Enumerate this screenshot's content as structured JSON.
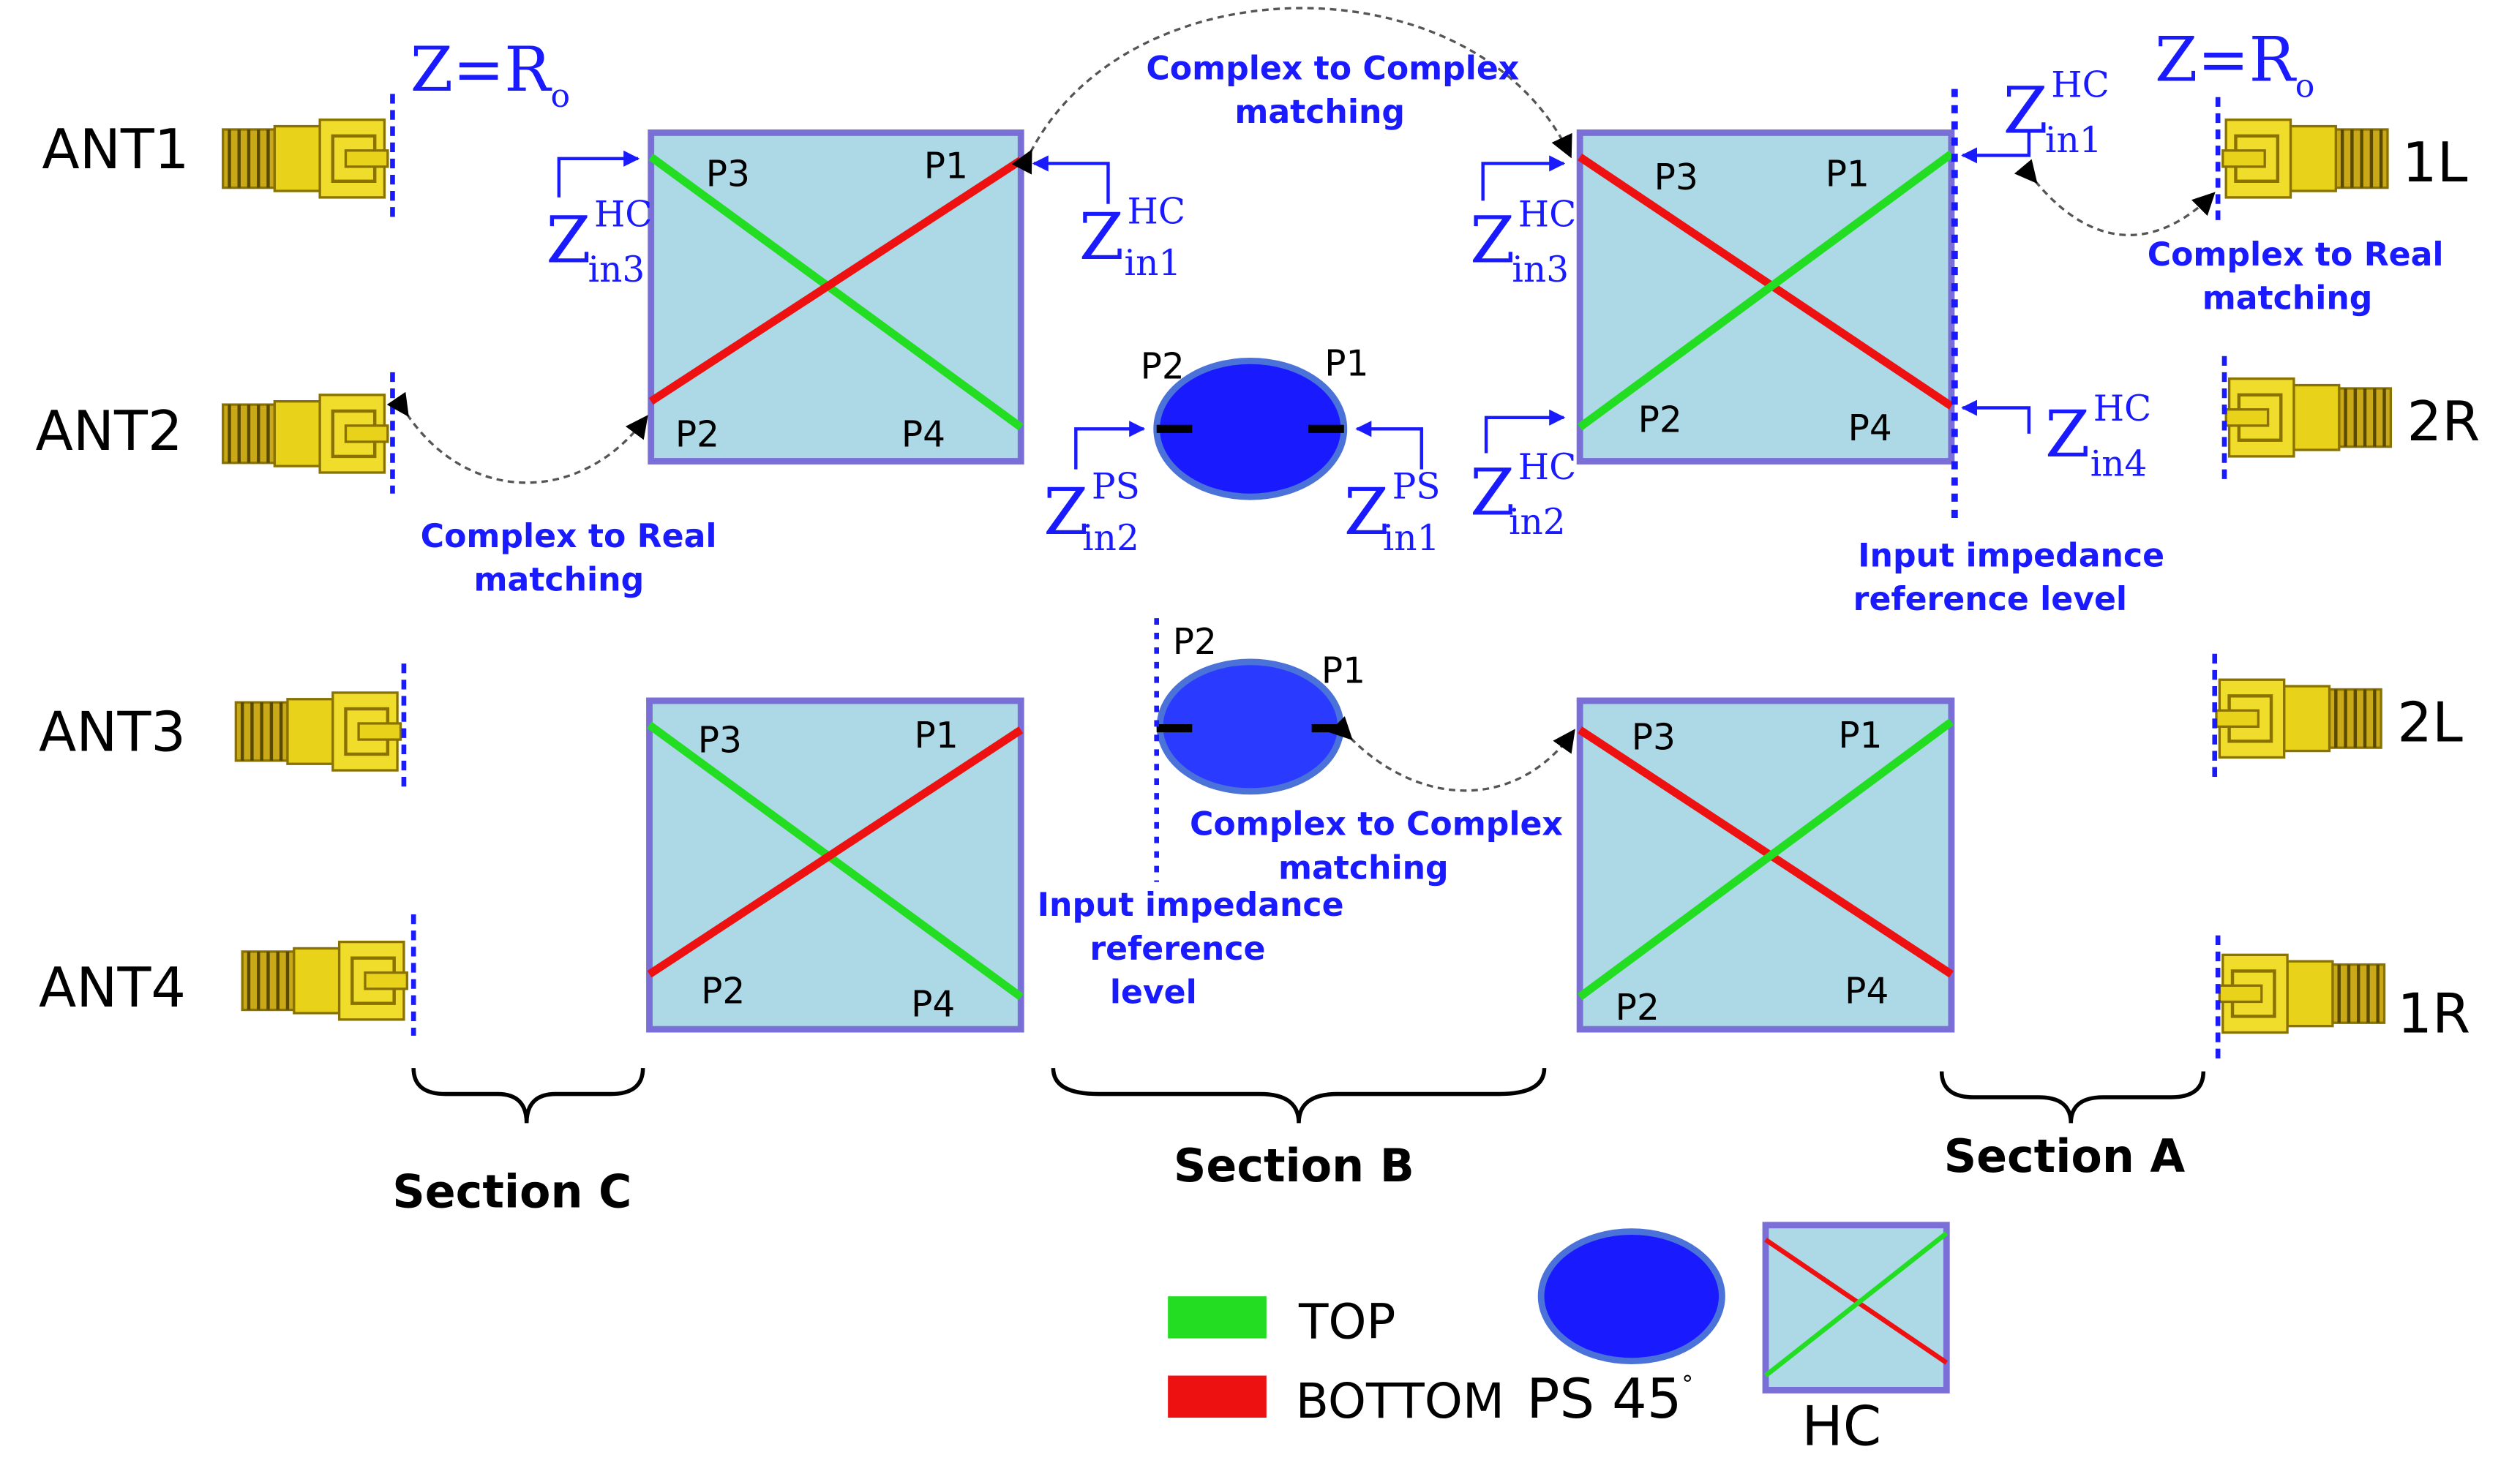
{
  "colors": {
    "top_line": "#22dd22",
    "bottom_line": "#ee1111",
    "hc_fill": "#add8e6",
    "hc_border": "#7a6fd6",
    "ps_fill": "#1a1aff",
    "annotation": "#1a1aff",
    "connector": "#e8d21a"
  },
  "antennas": {
    "ant1": "ANT1",
    "ant2": "ANT2",
    "ant3": "ANT3",
    "ant4": "ANT4"
  },
  "outputs": {
    "o1l": "1L",
    "o2r": "2R",
    "o2l": "2L",
    "o1r": "1R"
  },
  "ports": {
    "p1": "P1",
    "p2": "P2",
    "p3": "P3",
    "p4": "P4"
  },
  "impedance": {
    "z": "Z",
    "hc": "HC",
    "ps": "PS",
    "in1": "in1",
    "in2": "in2",
    "in3": "in3",
    "in4": "in4",
    "ro_main": "Z=R",
    "ro_sub": "o"
  },
  "notes": {
    "c2c_line1": "Complex to Complex",
    "c2c_line2": "matching",
    "c2r_line1": "Complex to Real",
    "c2r_line2": "matching",
    "ref_line1": "Input impedance",
    "ref_line2": "reference level",
    "ref3_line1": "Input impedance",
    "ref3_line2": "reference",
    "ref3_line3": "level"
  },
  "sections": {
    "a": "Section A",
    "b": "Section B",
    "c": "Section C"
  },
  "legend": {
    "top": "TOP",
    "bottom": "BOTTOM",
    "ps_label": "PS 45",
    "ps_degree": "°",
    "hc_label": "HC"
  },
  "icons": [
    "sma-connector-icon",
    "hybrid-coupler-icon",
    "phase-shifter-icon",
    "arrow-icon",
    "brace-icon"
  ]
}
